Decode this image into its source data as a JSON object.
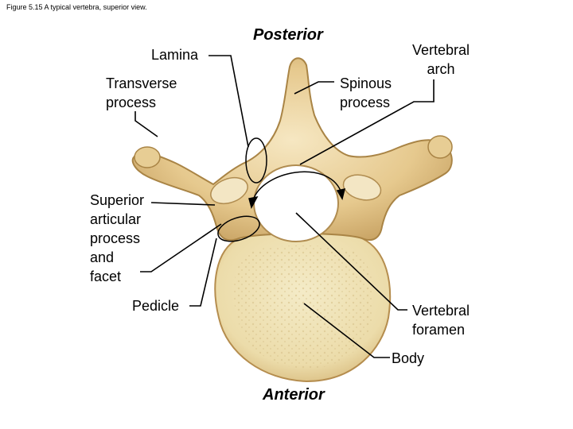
{
  "caption": "Figure 5.15 A typical vertebra, superior view.",
  "orientation": {
    "top": "Posterior",
    "bottom": "Anterior"
  },
  "labels": {
    "lamina": "Lamina",
    "transverse_process": "Transverse\nprocess",
    "spinous_process": "Spinous\nprocess",
    "vertebral_arch": "Vertebral\narch",
    "superior_articular_process": "Superior\narticular\nprocess\nand\nfacet",
    "pedicle": "Pedicle",
    "vertebral_foramen": "Vertebral\nforamen",
    "body": "Body"
  },
  "colors": {
    "bone": "#e9cf98",
    "bone_shadow": "#c9a465",
    "bone_light": "#f6e7c2",
    "body_spongy": "#f1e6bd",
    "foramen": "#ffffff",
    "leader": "#000000"
  }
}
